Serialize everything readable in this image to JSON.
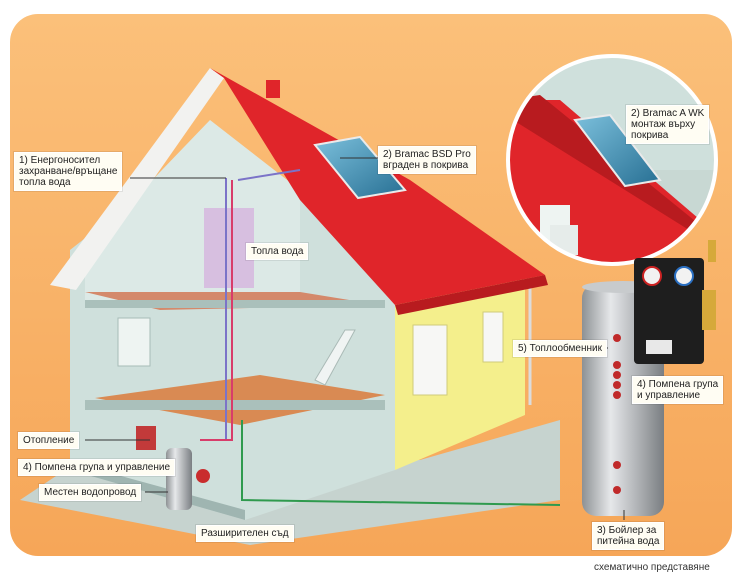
{
  "labels": {
    "heat_carrier": "1) Енергоносител\nзахранване/връщане\nтопла вода",
    "bsd_pro": "2) Bramac BSD Pro\nвграден в покрива",
    "a_wk": "2) Bramac A WK\nмонтаж върху\nпокрива",
    "hot_water": "Топла вода",
    "heat_exchanger": "5) Топлообменник",
    "pump_group_right": "4) Помпена група\nи управление",
    "heating": "Отопление",
    "pump_group_left": "4) Помпена група и управление",
    "water_supply": "Местен водопровод",
    "expansion_vessel": "Разширителен съд",
    "boiler": "3) Бойлер за\nпитейна вода"
  },
  "caption": "схематично представяне",
  "colors": {
    "background": "#f9b46a",
    "roof": "#e0252a",
    "wall_yellow": "#f3ef8a",
    "interior": "#c9dcd8",
    "floor_wood": "#d98a53",
    "solar_panel": "#3f8fb3",
    "boiler_silver": "#b9bcbf",
    "controller": "#222222"
  },
  "icons": [
    "solar-panel-icon",
    "boiler-tank-icon",
    "pump-controller-icon",
    "pressure-gauge-icon"
  ]
}
